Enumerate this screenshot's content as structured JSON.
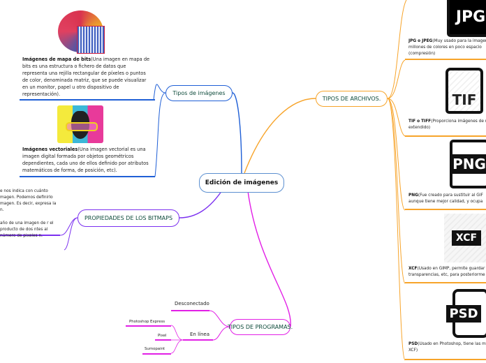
{
  "central": {
    "label": "Edición de imágenes"
  },
  "tipos_imagenes": {
    "label": "Tipos de imágenes",
    "items": [
      {
        "title": "Imágenes de mapa de bits",
        "text": "(Una imagen en mapa de bits es una estructura o fichero de datos que representa una rejilla rectangular de píxeles o puntos de color, denominada matriz, que se puede visualizar en un monitor, papel u otro dispositivo de representación)."
      },
      {
        "title": "Imágenes vectoriales",
        "text": "(Una imagen vectorial es una imagen digital formada por objetos geométricos dependientes, cada uno de ellos definido por atributos matemáticos de forma, de posición, etc)."
      }
    ]
  },
  "tipos_archivos": {
    "label": "TIPOS DE ARCHIVOS.",
    "items": [
      {
        "icon": "JPG",
        "title": "JPG o JPEG",
        "text": "(Muy usado para la imagen, millones de colores en poco espacio (compresión)"
      },
      {
        "icon": "TIF",
        "title": "TIF o TIFF",
        "text": "(Proporciona imágenes de muy extendido)"
      },
      {
        "icon": "PNG",
        "title": "PNG",
        "text": "(Fue creado para sustituir al GIF aunque tiene mejor calidad, y ocupa"
      },
      {
        "icon": "XCF",
        "title": "XCF",
        "text": "(Usado en GIMP, permite guardar transparencias, etc, para posteriorme"
      },
      {
        "icon": "PSD",
        "title": "PSD",
        "text": "(Usado en Photoshop, tiene las m que XCF)"
      }
    ]
  },
  "propiedades": {
    "label": "PROPIEDADES DE LOS BITMAPS",
    "items": [
      {
        "text": "e nos indica con cuánto magen. Podemos definirlo magen. Es decir, expresa la n."
      },
      {
        "text": "año de una imagen de r el producto de dos ntes al número de pixeles n."
      }
    ]
  },
  "programas": {
    "label": "TIPOS DE PROGRAMAS.",
    "desconectado": "Desconectado",
    "en_linea": "En línea",
    "online": [
      "Photoshop Express",
      "Pixel",
      "Sumopaint"
    ]
  },
  "colors": {
    "blue": "#1f5fd6",
    "orange": "#f7a42a",
    "purple": "#7b2ff0",
    "magenta": "#e21fe6"
  }
}
